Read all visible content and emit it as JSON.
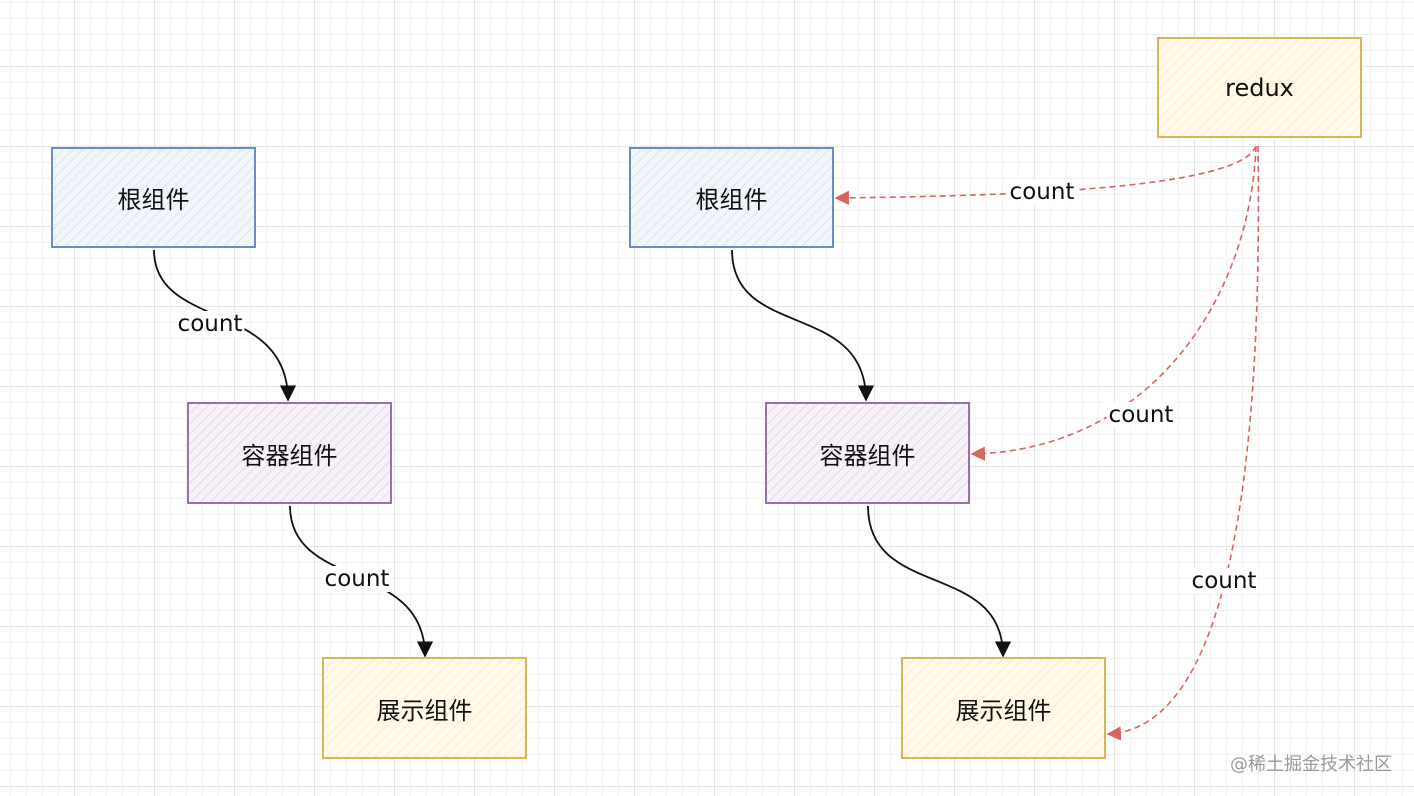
{
  "left": {
    "root": "根组件",
    "container": "容器组件",
    "display": "展示组件",
    "edge_root_container": "count",
    "edge_container_display": "count"
  },
  "right": {
    "redux": "redux",
    "root": "根组件",
    "container": "容器组件",
    "display": "展示组件",
    "edge_redux_root": "count",
    "edge_redux_container": "count",
    "edge_redux_display": "count"
  },
  "colors": {
    "blue_border": "#6c8ebf",
    "purple_border": "#9673a6",
    "yellow_border": "#d6b656",
    "solid_arrow": "#111111",
    "dashed_arrow": "#d9645f"
  },
  "watermark": "@稀土掘金技术社区"
}
